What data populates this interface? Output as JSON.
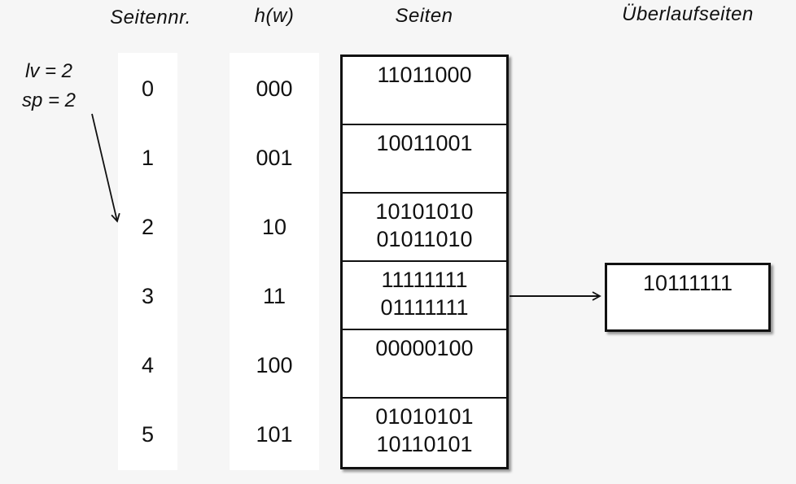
{
  "page": {
    "background_color": "#f6f6f6",
    "ink_color": "#111111"
  },
  "headers": {
    "page_number": "Seitennr.",
    "hash": "h(w)",
    "pages": "Seiten",
    "overflow_pages": "Überlaufseiten"
  },
  "annotation": {
    "line1": "lv = 2",
    "line2": "sp = 2",
    "points_to_row": "2"
  },
  "diagram": {
    "type": "linear-hashing-table",
    "rows": [
      {
        "nr": "0",
        "hash": "000",
        "values": [
          "11011000"
        ]
      },
      {
        "nr": "1",
        "hash": "001",
        "values": [
          "10011001"
        ]
      },
      {
        "nr": "2",
        "hash": "10",
        "values": [
          "10101010",
          "01011010"
        ]
      },
      {
        "nr": "3",
        "hash": "11",
        "values": [
          "11111111",
          "01111111"
        ]
      },
      {
        "nr": "4",
        "hash": "100",
        "values": [
          "00000100"
        ]
      },
      {
        "nr": "5",
        "hash": "101",
        "values": [
          "01010101",
          "10110101"
        ]
      }
    ],
    "overflow": {
      "linked_from_row": "3",
      "values": [
        "10111111"
      ]
    }
  }
}
